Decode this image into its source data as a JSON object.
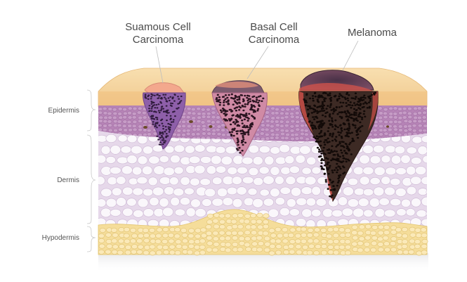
{
  "labels": {
    "squamous_line1": "Suamous Cell",
    "squamous_line2": "Carcinoma",
    "basal_line1": "Basal Cell",
    "basal_line2": "Carcinoma",
    "melanoma": "Melanoma",
    "epidermis": "Epidermis",
    "dermis": "Dermis",
    "hypodermis": "Hypodermis"
  },
  "colors": {
    "skin_surface": "#f6d6a1",
    "epidermis": "#b37fb4",
    "dermis": "#ede3ee",
    "hypodermis": "#f4dc96",
    "squamous": "#8c5ea6",
    "basal": "#c98aa4",
    "melanoma": "#3b2823"
  }
}
